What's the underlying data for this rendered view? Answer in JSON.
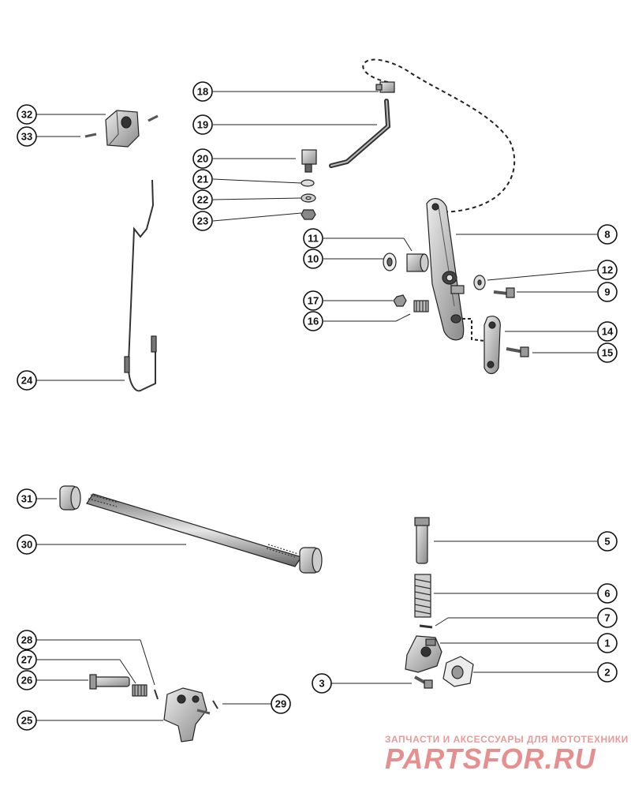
{
  "callouts": [
    {
      "n": "1"
    },
    {
      "n": "2"
    },
    {
      "n": "3"
    },
    {
      "n": "5"
    },
    {
      "n": "6"
    },
    {
      "n": "7"
    },
    {
      "n": "8"
    },
    {
      "n": "9"
    },
    {
      "n": "10"
    },
    {
      "n": "11"
    },
    {
      "n": "12"
    },
    {
      "n": "14"
    },
    {
      "n": "15"
    },
    {
      "n": "16"
    },
    {
      "n": "17"
    },
    {
      "n": "18"
    },
    {
      "n": "19"
    },
    {
      "n": "20"
    },
    {
      "n": "21"
    },
    {
      "n": "22"
    },
    {
      "n": "23"
    },
    {
      "n": "24"
    },
    {
      "n": "25"
    },
    {
      "n": "26"
    },
    {
      "n": "27"
    },
    {
      "n": "28"
    },
    {
      "n": "29"
    },
    {
      "n": "30"
    },
    {
      "n": "31"
    },
    {
      "n": "32"
    },
    {
      "n": "33"
    }
  ],
  "watermark": {
    "tagline": "ЗАПЧАСТИ И АКСЕССУАРЫ ДЛЯ МОТОТЕХНИКИ",
    "logo": "PARTSFOR.RU",
    "color": "#e58f8f"
  },
  "colors": {
    "line": "#222222",
    "part_fill": "#d9d9d9",
    "part_dark": "#555555"
  }
}
